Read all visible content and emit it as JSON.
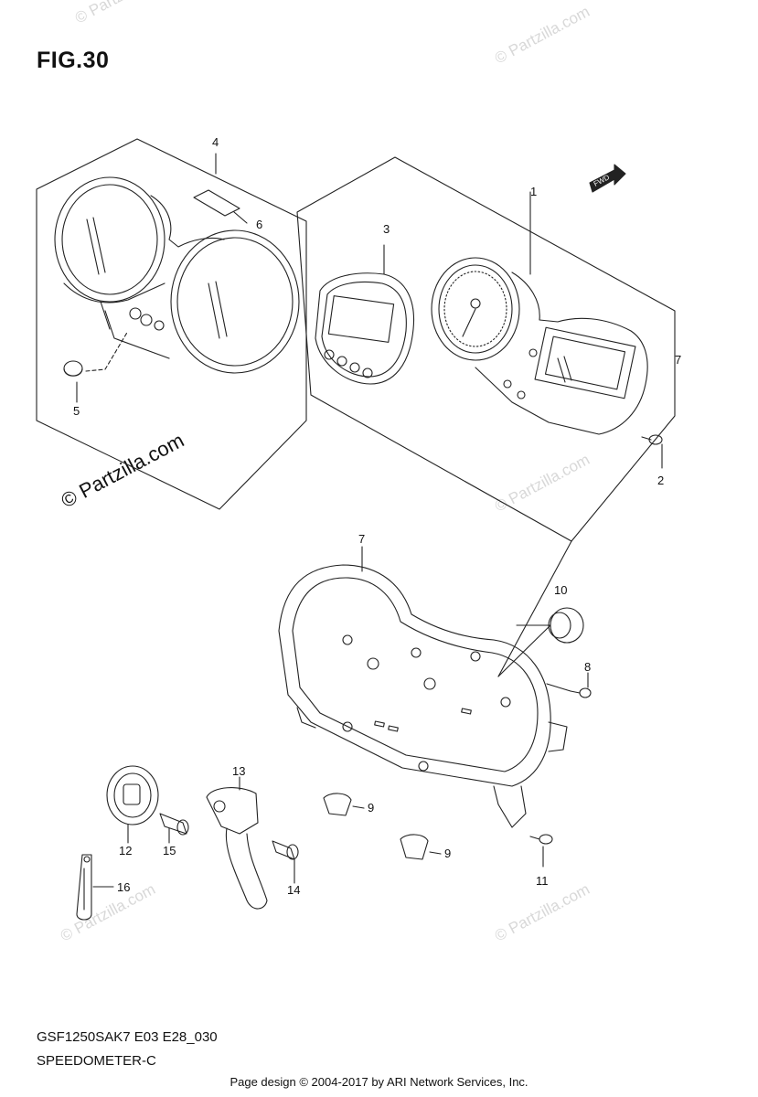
{
  "figure": {
    "title": "FIG.30",
    "code": "GSF1250SAK7 E03 E28_030",
    "name": "SPEEDOMETER-C"
  },
  "credit": "Page design © 2004-2017 by ARI Network Services, Inc.",
  "watermark": {
    "main": "© Partzilla.com",
    "faint": "© Partzilla.com"
  },
  "fwd_label": "FWD",
  "callouts": {
    "c1": "1",
    "c2": "2",
    "c3": "3",
    "c4": "4",
    "c5": "5",
    "c6": "6",
    "c7a": "7",
    "c7b": "7",
    "c8": "8",
    "c9a": "9",
    "c9b": "9",
    "c10": "10",
    "c11": "11",
    "c12": "12",
    "c13": "13",
    "c14": "14",
    "c15": "15",
    "c16": "16"
  },
  "colors": {
    "line": "#222222",
    "watermark": "#d8d8d8"
  }
}
